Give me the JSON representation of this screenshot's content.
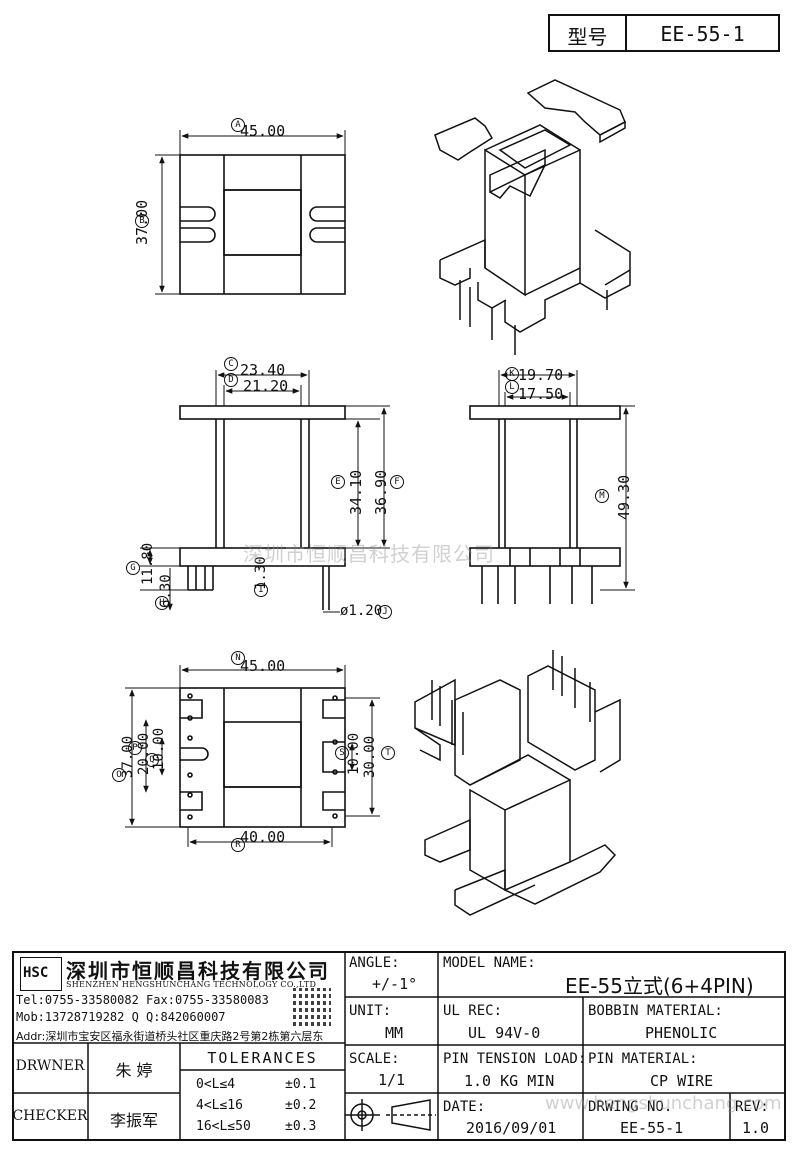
{
  "header": {
    "type_label": "型号",
    "model": "EE-55-1"
  },
  "dims": {
    "top_width": "45.00",
    "top_height": "37.00",
    "front_c": "23.40",
    "front_d": "21.20",
    "front_e": "34.10",
    "front_f": "36.90",
    "front_g": "11.80",
    "front_h": "6.30",
    "front_i": "1.30",
    "front_j": "ø1.20",
    "side_k": "19.70",
    "side_l": "17.50",
    "side_m": "49.30",
    "bottom_n": "45.00",
    "bottom_o": "37.00",
    "bottom_p": "20.00",
    "bottom_q": "10.00",
    "bottom_r": "40.00",
    "bottom_s": "10.00",
    "bottom_t": "30.00",
    "letters": [
      "A",
      "B",
      "C",
      "D",
      "E",
      "F",
      "G",
      "H",
      "I",
      "J",
      "K",
      "L",
      "M",
      "N",
      "O",
      "P",
      "Q",
      "R",
      "S",
      "T"
    ]
  },
  "watermark": {
    "center": "深圳市恒顺昌科技有限公司",
    "bottom": "www.hengshunchang.com"
  },
  "titleblock": {
    "company_logo": "HSC",
    "company_cn": "深圳市恒顺昌科技有限公司",
    "company_en": "SHENZHEN HENGSHUNCHANG TECHNOLOGY CO.,LTD",
    "tel": "Tel:0755-33580082 Fax:0755-33580083",
    "mob": "Mob:13728719282      Q  Q:842060007",
    "addr": "Addr:深圳市宝安区福永街道桥头社区重庆路2号第2栋第六层东",
    "drwner_label": "DRWNER",
    "drwner_name": "朱  婷",
    "checker_label": "CHECKER",
    "checker_name": "李振军",
    "tolerances_label": "TOLERANCES",
    "tol_rows": [
      {
        "range": "0<L≤4",
        "value": "±0.1"
      },
      {
        "range": "4<L≤16",
        "value": "±0.2"
      },
      {
        "range": "16<L≤50",
        "value": "±0.3"
      }
    ],
    "angle_label": "ANGLE:",
    "angle_value": "+/-1°",
    "unit_label": "UNIT:",
    "unit_value": "MM",
    "scale_label": "SCALE:",
    "scale_value": "1/1",
    "model_name_label": "MODEL NAME:",
    "model_name_value": "EE-55立式(6+4PIN)",
    "ul_label": "UL REC:",
    "ul_value": "UL 94V-0",
    "bobbin_label": "BOBBIN MATERIAL:",
    "bobbin_value": "PHENOLIC",
    "pin_tension_label": "PIN TENSION LOAD:",
    "pin_tension_value": "1.0 KG MIN",
    "pin_material_label": "PIN MATERIAL:",
    "pin_material_value": "CP WIRE",
    "date_label": "DATE:",
    "date_value": "2016/09/01",
    "drawing_no_label": "DRWING NO.",
    "drawing_no_value": "EE-55-1",
    "rev_label": "REV:",
    "rev_value": "1.0"
  }
}
